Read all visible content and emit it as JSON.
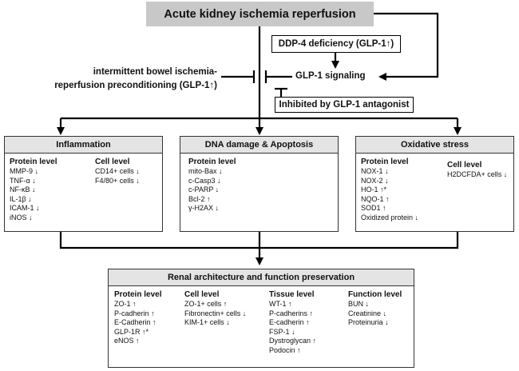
{
  "top_box": "Acute kidney ischemia reperfusion",
  "ddp4_box": "DDP-4 deficiency (GLP-1↑)",
  "glp1_signaling": "GLP-1 signaling",
  "antagonist_box": "Inhibited by GLP-1 antagonist",
  "preconditioning": [
    "intermittent bowel ischemia-",
    "reperfusion preconditioning (GLP-1↑)"
  ],
  "panels": [
    {
      "title": "Inflammation",
      "columns": [
        {
          "title": "Protein level",
          "items": [
            "MMP-9 ↓",
            "TNF-α ↓",
            "NF-κB ↓",
            "IL-1β ↓",
            "ICAM-1 ↓",
            "iNOS ↓"
          ]
        },
        {
          "title": "Cell level",
          "items": [
            "CD14+ cells ↓",
            "F4/80+ cells ↓"
          ]
        }
      ]
    },
    {
      "title": "DNA damage & Apoptosis",
      "columns": [
        {
          "title": "Protein level",
          "items": [
            "mito-Bax ↓",
            "c-Casp3 ↓",
            "c-PARP ↓",
            "Bcl-2 ↑",
            "γ-H2AX ↓"
          ]
        }
      ]
    },
    {
      "title": "Oxidative stress",
      "columns": [
        {
          "title": "Protein level",
          "items": [
            "NOX-1 ↓",
            "NOX-2 ↓",
            "HO-1 ↑*",
            "NQO-1 ↑",
            "SOD1 ↑",
            "Oxidized protein ↓"
          ]
        },
        {
          "title": "Cell level",
          "items": [
            "H2DCFDA+ cells ↓"
          ]
        }
      ]
    },
    {
      "title": "Renal architecture and function preservation",
      "columns": [
        {
          "title": "Protein level",
          "items": [
            "ZO-1 ↑",
            "P-cadherin ↑",
            "E-Cadherin ↑",
            "GLP-1R ↑*",
            "eNOS ↑"
          ]
        },
        {
          "title": "Cell level",
          "items": [
            "ZO-1+ cells ↑",
            "Fibronectin+ cells ↓",
            "KIM-1+ cells ↓"
          ]
        },
        {
          "title": "Tissue level",
          "items": [
            "WT-1 ↑",
            "P-cadherins ↑",
            "E-cadherin ↑",
            "FSP-1 ↓",
            "Dystroglycan ↑",
            "Podocin ↑"
          ]
        },
        {
          "title": "Function level",
          "items": [
            "BUN ↓",
            "Creatinine ↓",
            "Proteinuria ↓"
          ]
        }
      ]
    }
  ]
}
